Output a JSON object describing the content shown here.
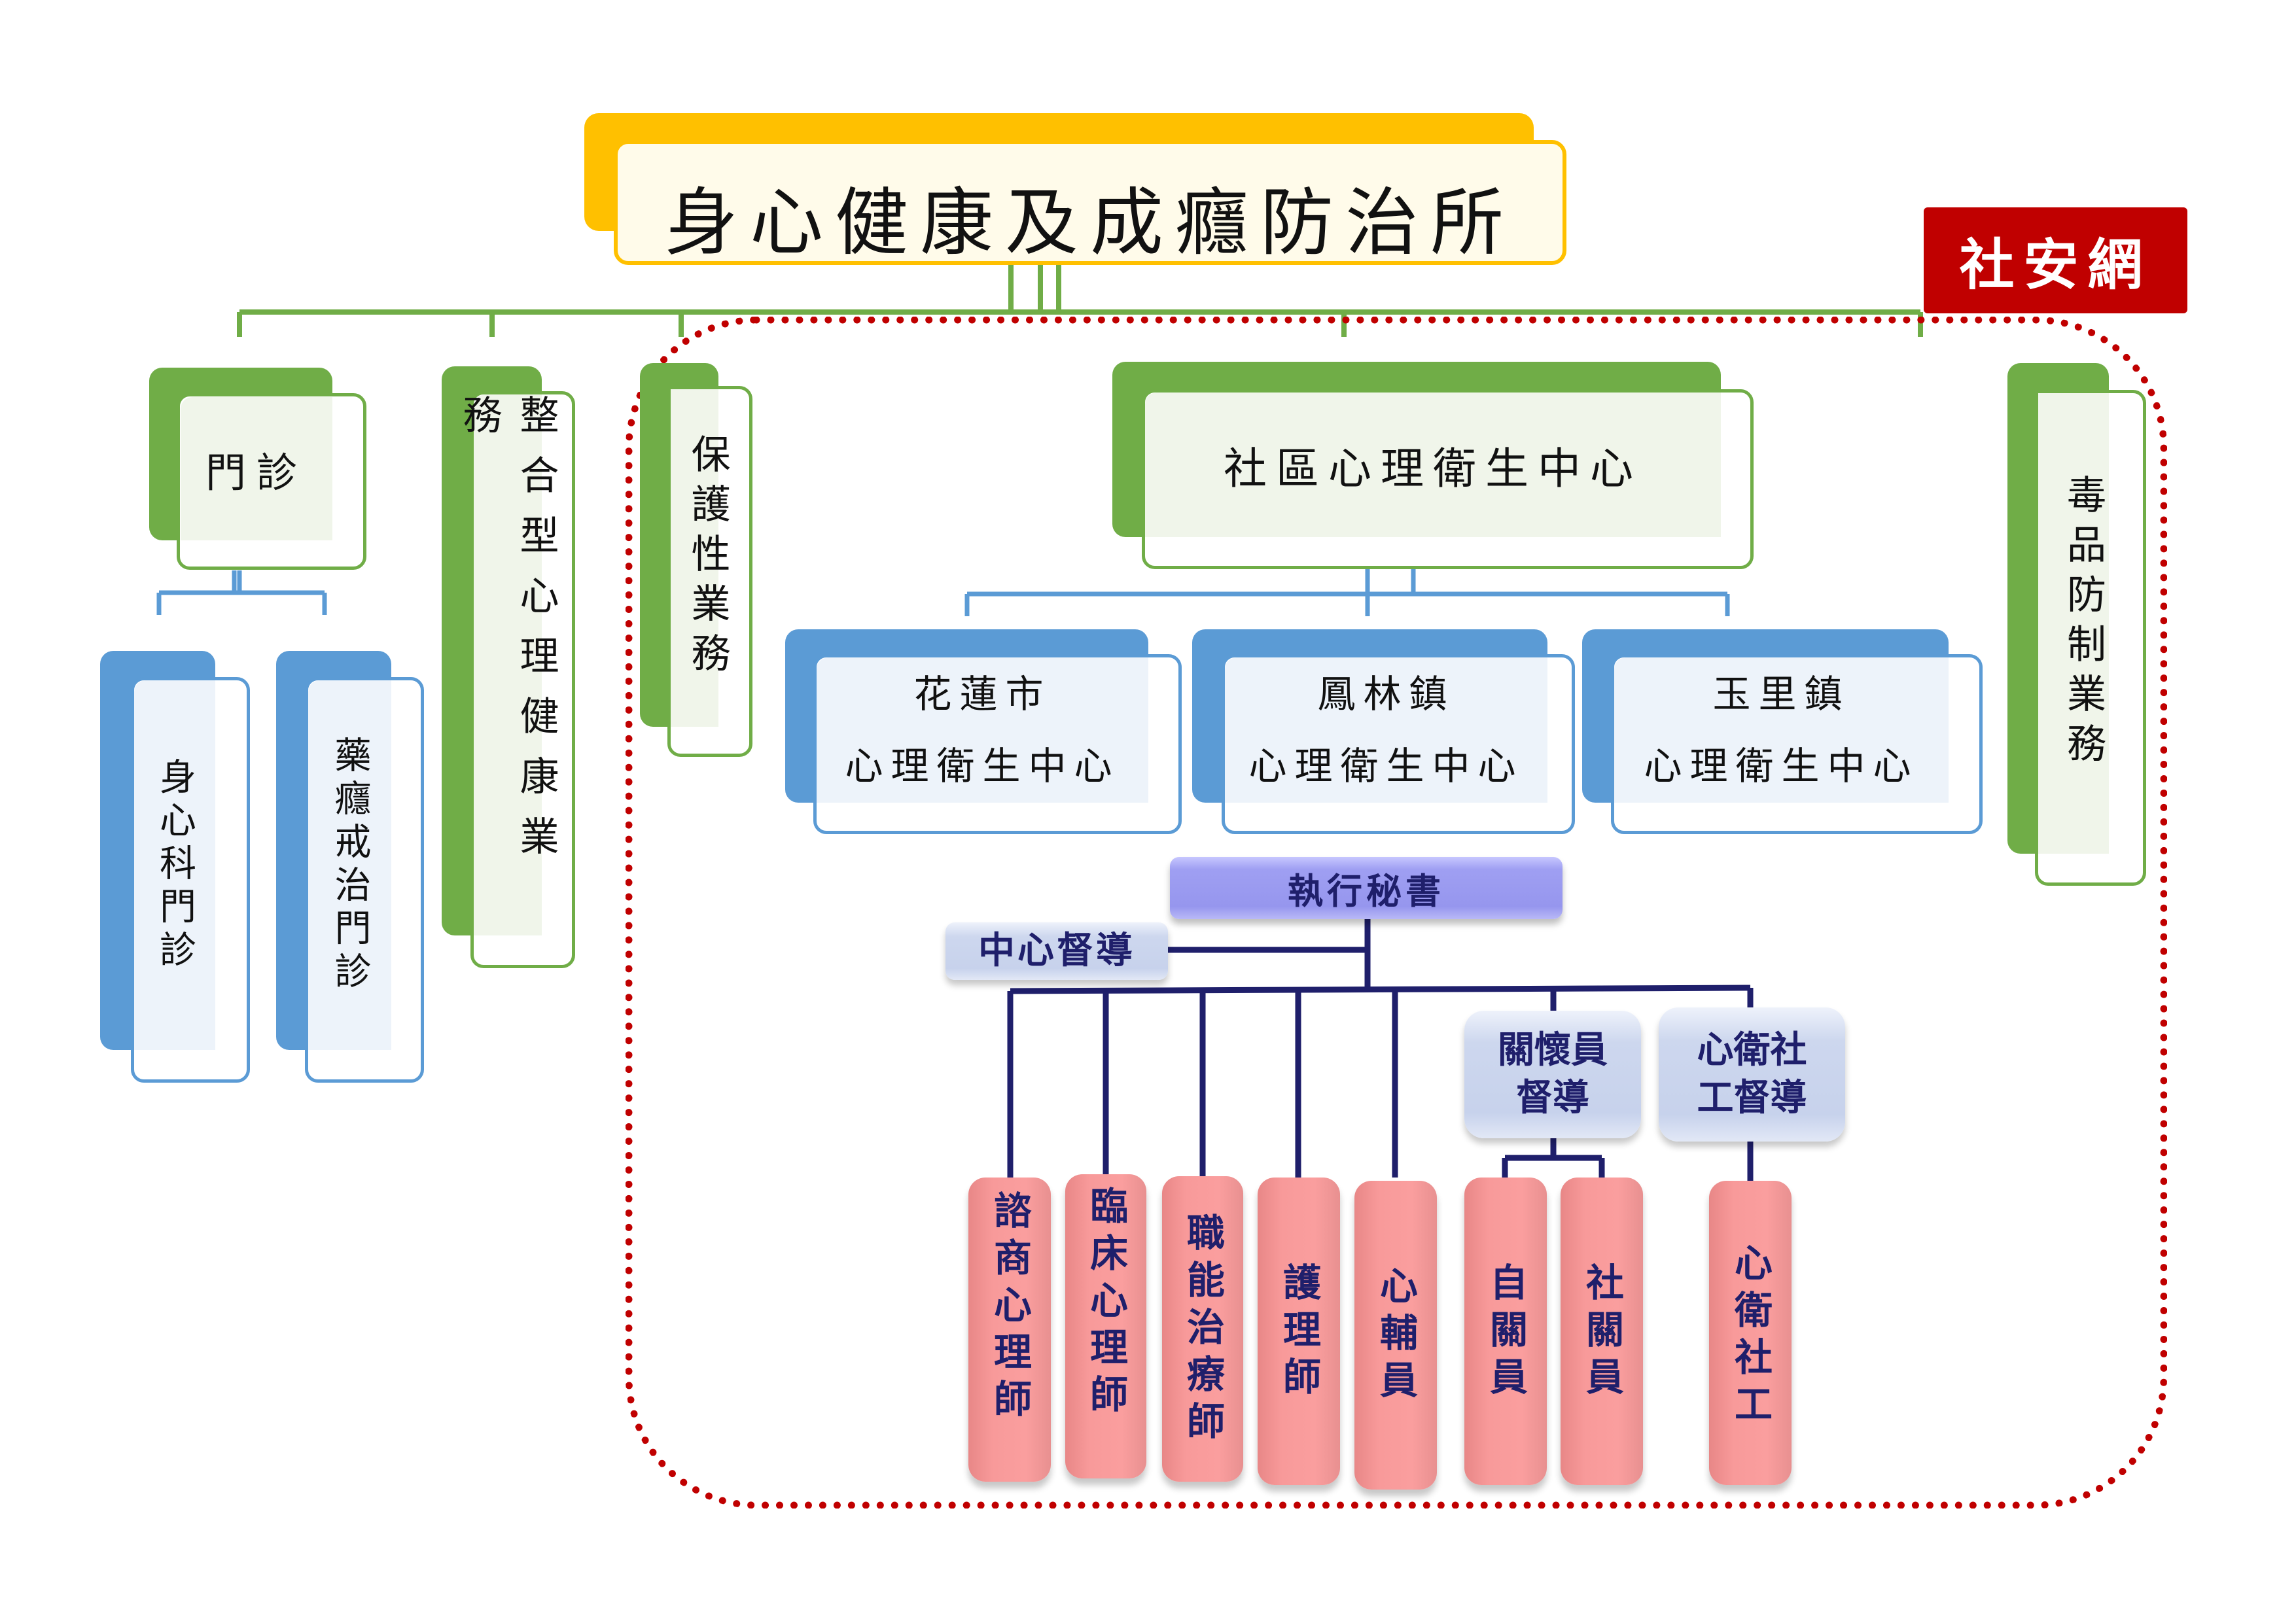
{
  "colors": {
    "title_accent": "#ffc000",
    "branch_green": "#70ad47",
    "branch_blue": "#5b9bd5",
    "social_safety_red": "#c00000",
    "node_text_navy": "#1f1f6b",
    "staff_pink": "#f89a9a",
    "exec_purple": "#9696ee"
  },
  "title": "身心健康及成癮防治所",
  "social_safety_net_badge": "社安網",
  "branches": {
    "outpatient": {
      "label": "門診",
      "children": [
        "身心科門診",
        "藥癮戒治門診"
      ]
    },
    "integrated_mental_health": "整合型心理健康業務",
    "protective_services": "保護性業務",
    "community_center": {
      "label": "社區心理衛生中心",
      "children": [
        {
          "line1": "花蓮市",
          "line2": "心理衛生中心"
        },
        {
          "line1": "鳳林鎮",
          "line2": "心理衛生中心"
        },
        {
          "line1": "玉里鎮",
          "line2": "心理衛生中心"
        }
      ]
    },
    "drug_prevention": "毒品防制業務"
  },
  "center_staff": {
    "executive_secretary": "執行秘書",
    "center_supervisor": "中心督導",
    "care_worker_supervisor": "關懷員督導",
    "social_worker_supervisor": "心衛社工督導",
    "care_worker_supervisor_lines": [
      "關懷員",
      "督導"
    ],
    "social_worker_supervisor_lines": [
      "心衛社",
      "工督導"
    ],
    "positions": [
      "諮商心理師",
      "臨床心理師",
      "職能治療師",
      "護理師",
      "心輔員",
      "自關員",
      "社關員",
      "心衛社工"
    ]
  }
}
